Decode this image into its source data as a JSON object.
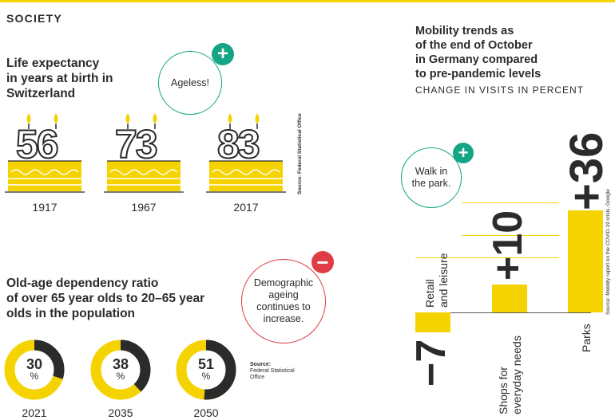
{
  "section_title": "SOCIETY",
  "left_top": {
    "title_lines": [
      "Life expectancy",
      "in years at birth in",
      "Switzerland"
    ],
    "bubble": "Ageless!",
    "source": "Source: Federal Statistical Office"
  },
  "left_bottom": {
    "title_lines": [
      "Old-age dependency ratio",
      "of over 65 year olds to 20–65 year",
      "olds in the population"
    ],
    "bubble_lines": [
      "Demographic",
      "ageing",
      "continues to",
      "increase."
    ],
    "source_lines": [
      "Source:",
      "Federal Statistical",
      "Office"
    ]
  },
  "right": {
    "title_lines": [
      "Mobility trends as",
      "of the end of October",
      "in Germany compared",
      "to pre-pandemic levels"
    ],
    "subtitle": "CHANGE IN VISITS IN PERCENT",
    "bubble_lines": [
      "Walk in",
      "the park."
    ],
    "source": "Source: Mobility report on the COVID-19 crisis, Google"
  },
  "colors": {
    "accent": "#f5d300",
    "dark": "#2b2b2b",
    "green": "#14a585",
    "red": "#e03c45"
  },
  "chart_data": [
    {
      "type": "bar",
      "title": "Life expectancy in years at birth in Switzerland",
      "categories": [
        "1917",
        "1967",
        "2017"
      ],
      "values": [
        56,
        73,
        83
      ],
      "value_labels": [
        "56",
        "73",
        "83"
      ]
    },
    {
      "type": "pie",
      "title": "Old-age dependency ratio of over 65 year olds to 20–65 year olds in the population",
      "categories": [
        "2021",
        "2035",
        "2050"
      ],
      "values": [
        30,
        38,
        51
      ],
      "value_labels": [
        "30",
        "38",
        "51"
      ],
      "unit": "%"
    },
    {
      "type": "bar",
      "title": "Mobility trends as of the end of October in Germany compared to pre-pandemic levels",
      "subtitle": "CHANGE IN VISITS IN PERCENT",
      "categories": [
        "Retail and leisure",
        "Shops for everyday needs",
        "Parks"
      ],
      "category_lines": [
        [
          "Retail",
          "and leisure"
        ],
        [
          "Shops for",
          "everyday needs"
        ],
        [
          "Parks"
        ]
      ],
      "values": [
        -7,
        10,
        36
      ],
      "value_labels": [
        "−7",
        "+10",
        "+36"
      ]
    }
  ]
}
